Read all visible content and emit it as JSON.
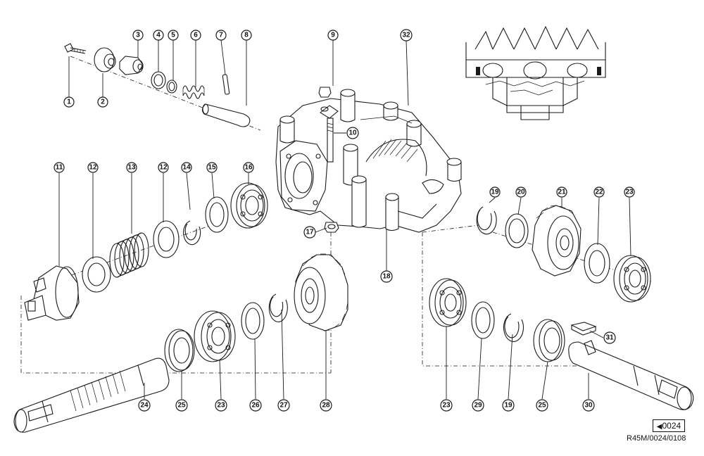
{
  "figure": {
    "page_ref": "0024",
    "drawing_code": "R45M/0024/0108",
    "part_callouts": [
      "1",
      "2",
      "3",
      "4",
      "5",
      "6",
      "7",
      "8",
      "9",
      "10",
      "11",
      "12",
      "13",
      "12",
      "14",
      "15",
      "16",
      "17",
      "18",
      "19",
      "20",
      "21",
      "22",
      "23",
      "24",
      "25",
      "23",
      "26",
      "27",
      "28",
      "23",
      "29",
      "19",
      "25",
      "30",
      "31",
      "32"
    ]
  }
}
